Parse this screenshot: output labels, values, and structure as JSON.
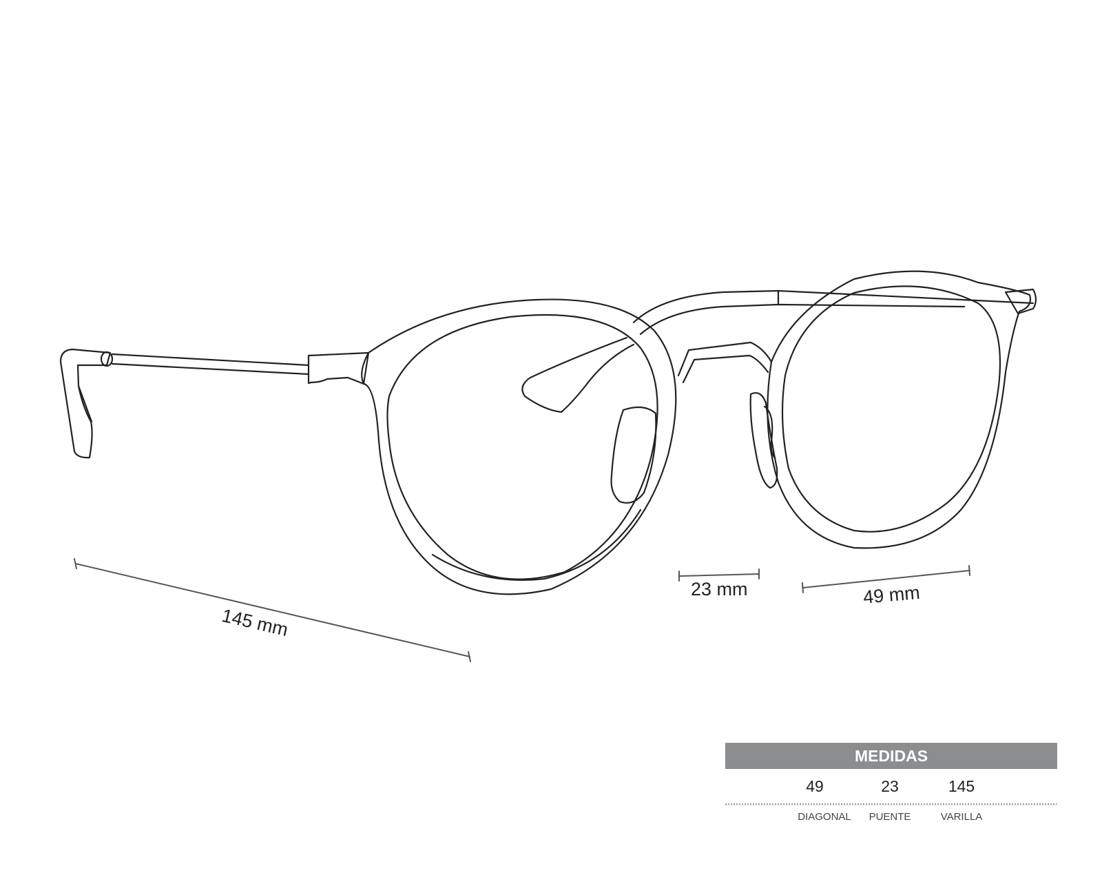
{
  "dimensions": {
    "temple": "145 mm",
    "bridge": "23 mm",
    "lens": "49 mm"
  },
  "table": {
    "title": "MEDIDAS",
    "columns": [
      {
        "value": "49",
        "label": "DIAGONAL"
      },
      {
        "value": "23",
        "label": "PUENTE"
      },
      {
        "value": "145",
        "label": "VARILLA"
      }
    ]
  },
  "colors": {
    "line": "#222222",
    "header_bg": "#8c8d8f",
    "dimension_line": "#555555"
  }
}
